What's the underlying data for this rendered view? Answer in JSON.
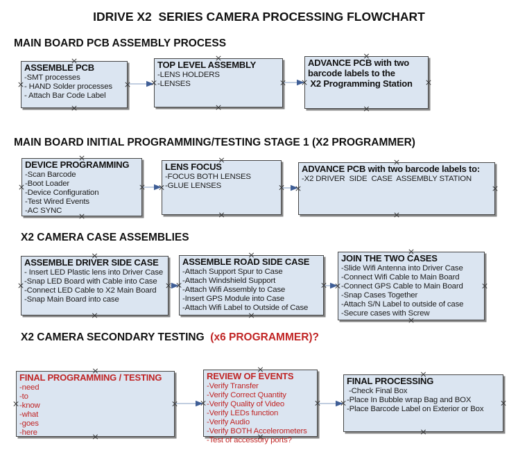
{
  "title": "IDRIVE X2  SERIES CAMERA PROCESSING FLOWCHART",
  "colors": {
    "box_fill": "#dbe5f1",
    "box_border": "#454545",
    "box_shadow": "#858585",
    "arrow_line": "#9cb0ce",
    "arrow_head": "#3f5e96",
    "handle": "#2f2f2f",
    "red_text": "#c02424"
  },
  "sections": [
    {
      "heading": "MAIN BOARD PCB ASSEMBLY PROCESS",
      "boxes": [
        {
          "title": "ASSEMBLE PCB",
          "items": [
            "-SMT processes",
            "- HAND Solder processes",
            "- Attach Bar Code Label"
          ]
        },
        {
          "title": "TOP LEVEL ASSEMBLY",
          "items": [
            "-LENS HOLDERS",
            "-LENSES"
          ]
        },
        {
          "title": "ADVANCE PCB with two\nbarcode labels to the\n X2 Programming Station",
          "items": []
        }
      ]
    },
    {
      "heading": "MAIN BOARD INITIAL PROGRAMMING/TESTING STAGE 1 (X2 PROGRAMMER)",
      "boxes": [
        {
          "title": "DEVICE PROGRAMMING",
          "items": [
            "-Scan Barcode",
            "-Boot Loader",
            "-Device Configuration",
            "-Test Wired Events",
            "-AC SYNC"
          ]
        },
        {
          "title": "LENS FOCUS",
          "items": [
            "-FOCUS BOTH LENSES",
            "-GLUE LENSES"
          ]
        },
        {
          "title": "ADVANCE PCB with two barcode labels to:",
          "items": [
            "-X2 DRIVER  SIDE  CASE  ASSEMBLY STATION"
          ]
        }
      ]
    },
    {
      "heading": "X2 CAMERA CASE ASSEMBLIES",
      "boxes": [
        {
          "title": "ASSEMBLE DRIVER SIDE CASE",
          "items": [
            "- Insert LED Plastic lens into Driver Case",
            "-Snap LED Board with Cable into Case",
            "-Connect LED Cable to X2 Main Board",
            "-Snap Main Board into case"
          ]
        },
        {
          "title": "ASSEMBLE ROAD SIDE CASE",
          "items": [
            "-Attach Support Spur to Case",
            "-Attach Windshield Support",
            "-Attach Wifi Assembly to Case",
            "-Insert GPS Module into Case",
            "-Attach Wifi Label to Outside of Case"
          ]
        },
        {
          "title": "JOIN THE TWO CASES",
          "items": [
            "-Slide Wifi Antenna into Driver Case",
            "-Connect Wifi Cable to Main Board",
            "-Connect GPS Cable to Main Board",
            "-Snap Cases Together",
            "-Attach S/N Label to outside of case",
            "-Secure cases with Screw"
          ]
        }
      ]
    },
    {
      "heading": "X2 CAMERA SECONDARY TESTING  ",
      "heading_red": "(x6 PROGRAMMER)?",
      "boxes": [
        {
          "title": "FINAL PROGRAMMING / TESTING",
          "text_color": "red",
          "items": [
            "-need",
            "-to",
            "-know",
            "-what",
            "-goes",
            "-here"
          ]
        },
        {
          "title": "REVIEW OF EVENTS",
          "text_color": "red",
          "items": [
            "-Verify Transfer",
            "-Verify Correct Quantity",
            "-Verify Quality of Video",
            "-Verify LEDs function",
            "-Verify Audio",
            "-Verify BOTH Accelerometers",
            "-Test of accessory ports?"
          ]
        },
        {
          "title": "FINAL PROCESSING",
          "items": [
            " -Check Final Box",
            "-Place In Bubble wrap Bag and BOX",
            "-Place Barcode Label on Exterior or Box"
          ]
        }
      ]
    }
  ]
}
